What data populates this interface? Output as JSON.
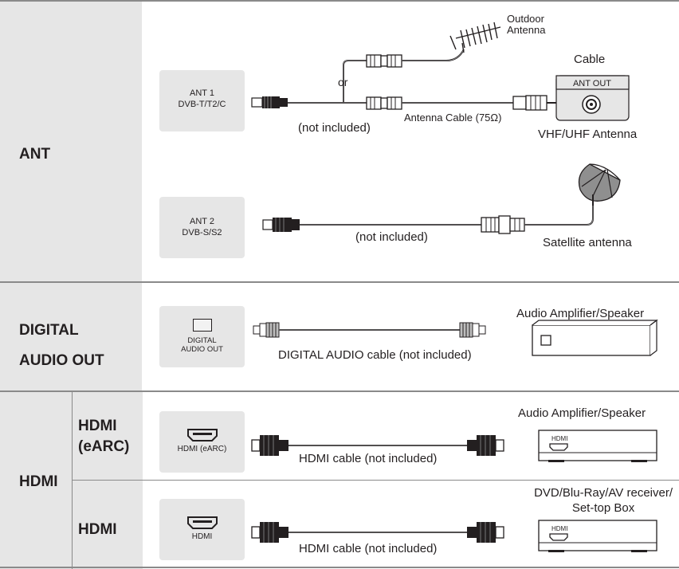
{
  "sections": {
    "ant": {
      "label": "ANT",
      "ant1": {
        "line1": "ANT 1",
        "line2": "DVB-T/T2/C"
      },
      "ant2": {
        "line1": "ANT 2",
        "line2": "DVB-S/S2"
      },
      "outdoor_antenna": {
        "line1": "Outdoor",
        "line2": "Antenna"
      },
      "or_label": "or",
      "cable_title": "Cable",
      "ant_out": "ANT OUT",
      "not_included_1": "(not included)",
      "antenna_cable": "Antenna Cable (75Ω)",
      "vhf_uhf": "VHF/UHF Antenna",
      "not_included_2": "(not included)",
      "satellite": "Satellite antenna"
    },
    "digital_audio": {
      "label_line1": "DIGITAL",
      "label_line2": "AUDIO OUT",
      "port_line1": "DIGITAL",
      "port_line2": "AUDIO OUT",
      "device": "Audio Amplifier/Speaker",
      "cable": "DIGITAL AUDIO cable (not included)"
    },
    "hdmi": {
      "label": "HDMI",
      "earc": {
        "label_line1": "HDMI",
        "label_line2": "(eARC)",
        "port": "HDMI (eARC)",
        "device": "Audio Amplifier/Speaker",
        "device_port": "HDMI",
        "cable": "HDMI cable (not included)"
      },
      "plain": {
        "label": "HDMI",
        "port": "HDMI",
        "device_line1": "DVD/Blu-Ray/AV receiver/",
        "device_line2": "Set-top Box",
        "device_port": "HDMI",
        "cable": "HDMI cable (not included)"
      }
    }
  }
}
